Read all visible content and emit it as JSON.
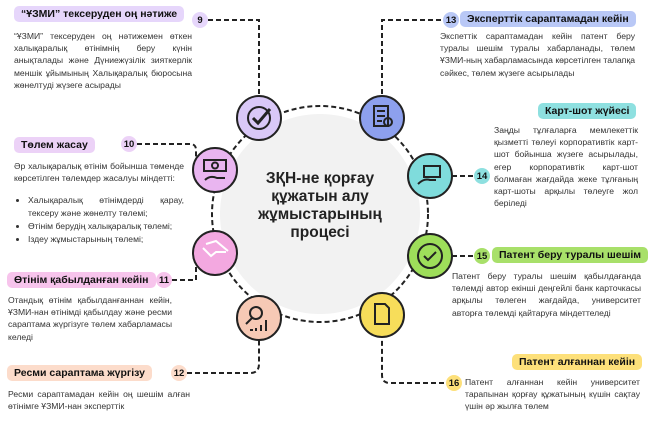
{
  "center_title": "ЗҚН-не қорғау құжатын алу жұмыстарының процесі",
  "steps": [
    {
      "num": "9",
      "label": "“ҰЗМИ” тексеруден оң нәтиже",
      "text": "“ҰЗМИ” тексеруден оң нәтижемен өткен халықаралық өтінімнің беру күнін анықталады және Дүниежүзілік зияткерлік меншік ұйымының Халықаралық бюросына жөнелтуді жүзеге асырады",
      "icon": "checkmark-icon",
      "color": "#d9c8f7"
    },
    {
      "num": "10",
      "label": "Төлем жасау",
      "text": "Әр халықаралық өтінім бойынша төменде көрсетілген төлемдер жасалуы міндетті:",
      "bullets": [
        "Халықаралық өтінімдерді қарау, тексеру және жөнелту төлемі;",
        "Өтінім берудің халықаралық төлемі;",
        "Іздеу жұмыстарының төлемі;"
      ],
      "icon": "cash-hand-icon",
      "color": "#e9b5f0"
    },
    {
      "num": "11",
      "label": "Өтінім қабылданған кейін",
      "text": "Отандық өтінім қабылданғаннан кейін, ҰЗМИ-нан өтінімді қабылдау және ресми сараптама жүргізуге төлем хабарламасы келеді",
      "icon": "handshake-icon",
      "color": "#f3a8e0"
    },
    {
      "num": "12",
      "label": "Ресми сараптама жүргізу",
      "text": "Ресми сараптамадан кейін оң шешім алған өтінімге ҰЗМИ-нан эксперттік",
      "icon": "magnifier-chart-icon",
      "color": "#f6c9b5"
    },
    {
      "num": "13",
      "label": "Эксперттік сараптамадан кейін",
      "text": "Экспеттік сараптамадан кейін патент беру туралы шешім туралы хабарланады, төлем ҰЗМИ-ның хабарламасында көрсетілген талапқа сәйкес, төлем жүзеге асырылады",
      "icon": "checklist-icon",
      "color": "#8da0ee"
    },
    {
      "num": "14",
      "label": "Карт-шот жүйесі",
      "text": "Заңды тұлғаларға мемлекеттік қызметті төлеуі корпоративтік карт-шот бойынша жүзеге асырылады, егер корпоративтік карт-шот болмаған жағдайда жеке тұлғаның карт-шоты арқылы төлеуге жол беріледі",
      "icon": "card-hand-icon",
      "color": "#7fdcdc"
    },
    {
      "num": "15",
      "label": "Патент беру туралы шешім",
      "text": "Патент беру туралы шешім қабылдағанда төлемді автор екінші деңгейлі банк карточкасы арқылы төлеген жағдайда, университет авторға төлемді қайтаруға міндеттеледі",
      "icon": "badge-check-icon",
      "color": "#9ede5a"
    },
    {
      "num": "16",
      "label": "Патент алғаннан кейін",
      "text": "Патент алғаннан кейін университет тарапынан қорғау құжатының күшін сақтау үшін әр жылға төлем",
      "icon": "document-icon",
      "color": "#f7dd5a"
    }
  ],
  "label_colors": {
    "9": "#e6d6fb",
    "10": "#ecd2f7",
    "11": "#f7c4ec",
    "12": "#fcdccb",
    "13": "#b9c8f6",
    "14": "#8ee0e0",
    "15": "#a8e06a",
    "16": "#fde07a"
  }
}
